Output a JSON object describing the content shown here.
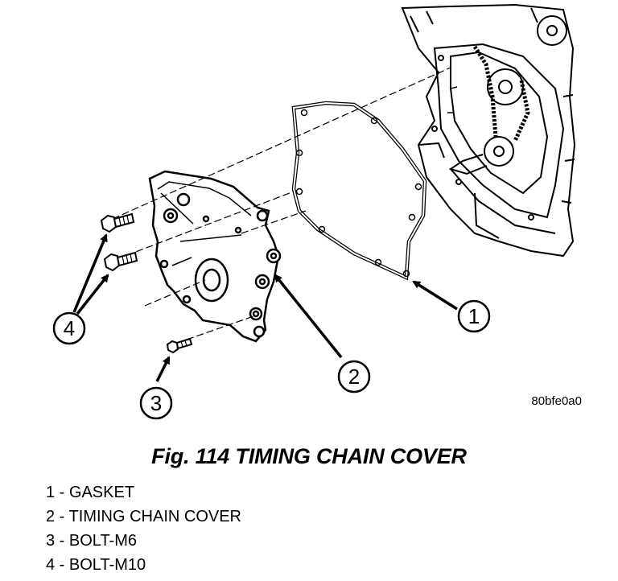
{
  "figure": {
    "code": "80bfe0a0",
    "caption": "Fig. 114 TIMING CHAIN COVER"
  },
  "callouts": [
    "1",
    "2",
    "3",
    "4"
  ],
  "legend": [
    {
      "number": "1",
      "separator": " - ",
      "label": "GASKET"
    },
    {
      "number": "2",
      "separator": " - ",
      "label": "TIMING CHAIN COVER"
    },
    {
      "number": "3",
      "separator": " - ",
      "label": "BOLT-M6"
    },
    {
      "number": "4",
      "separator": " - ",
      "label": "BOLT-M10"
    }
  ]
}
